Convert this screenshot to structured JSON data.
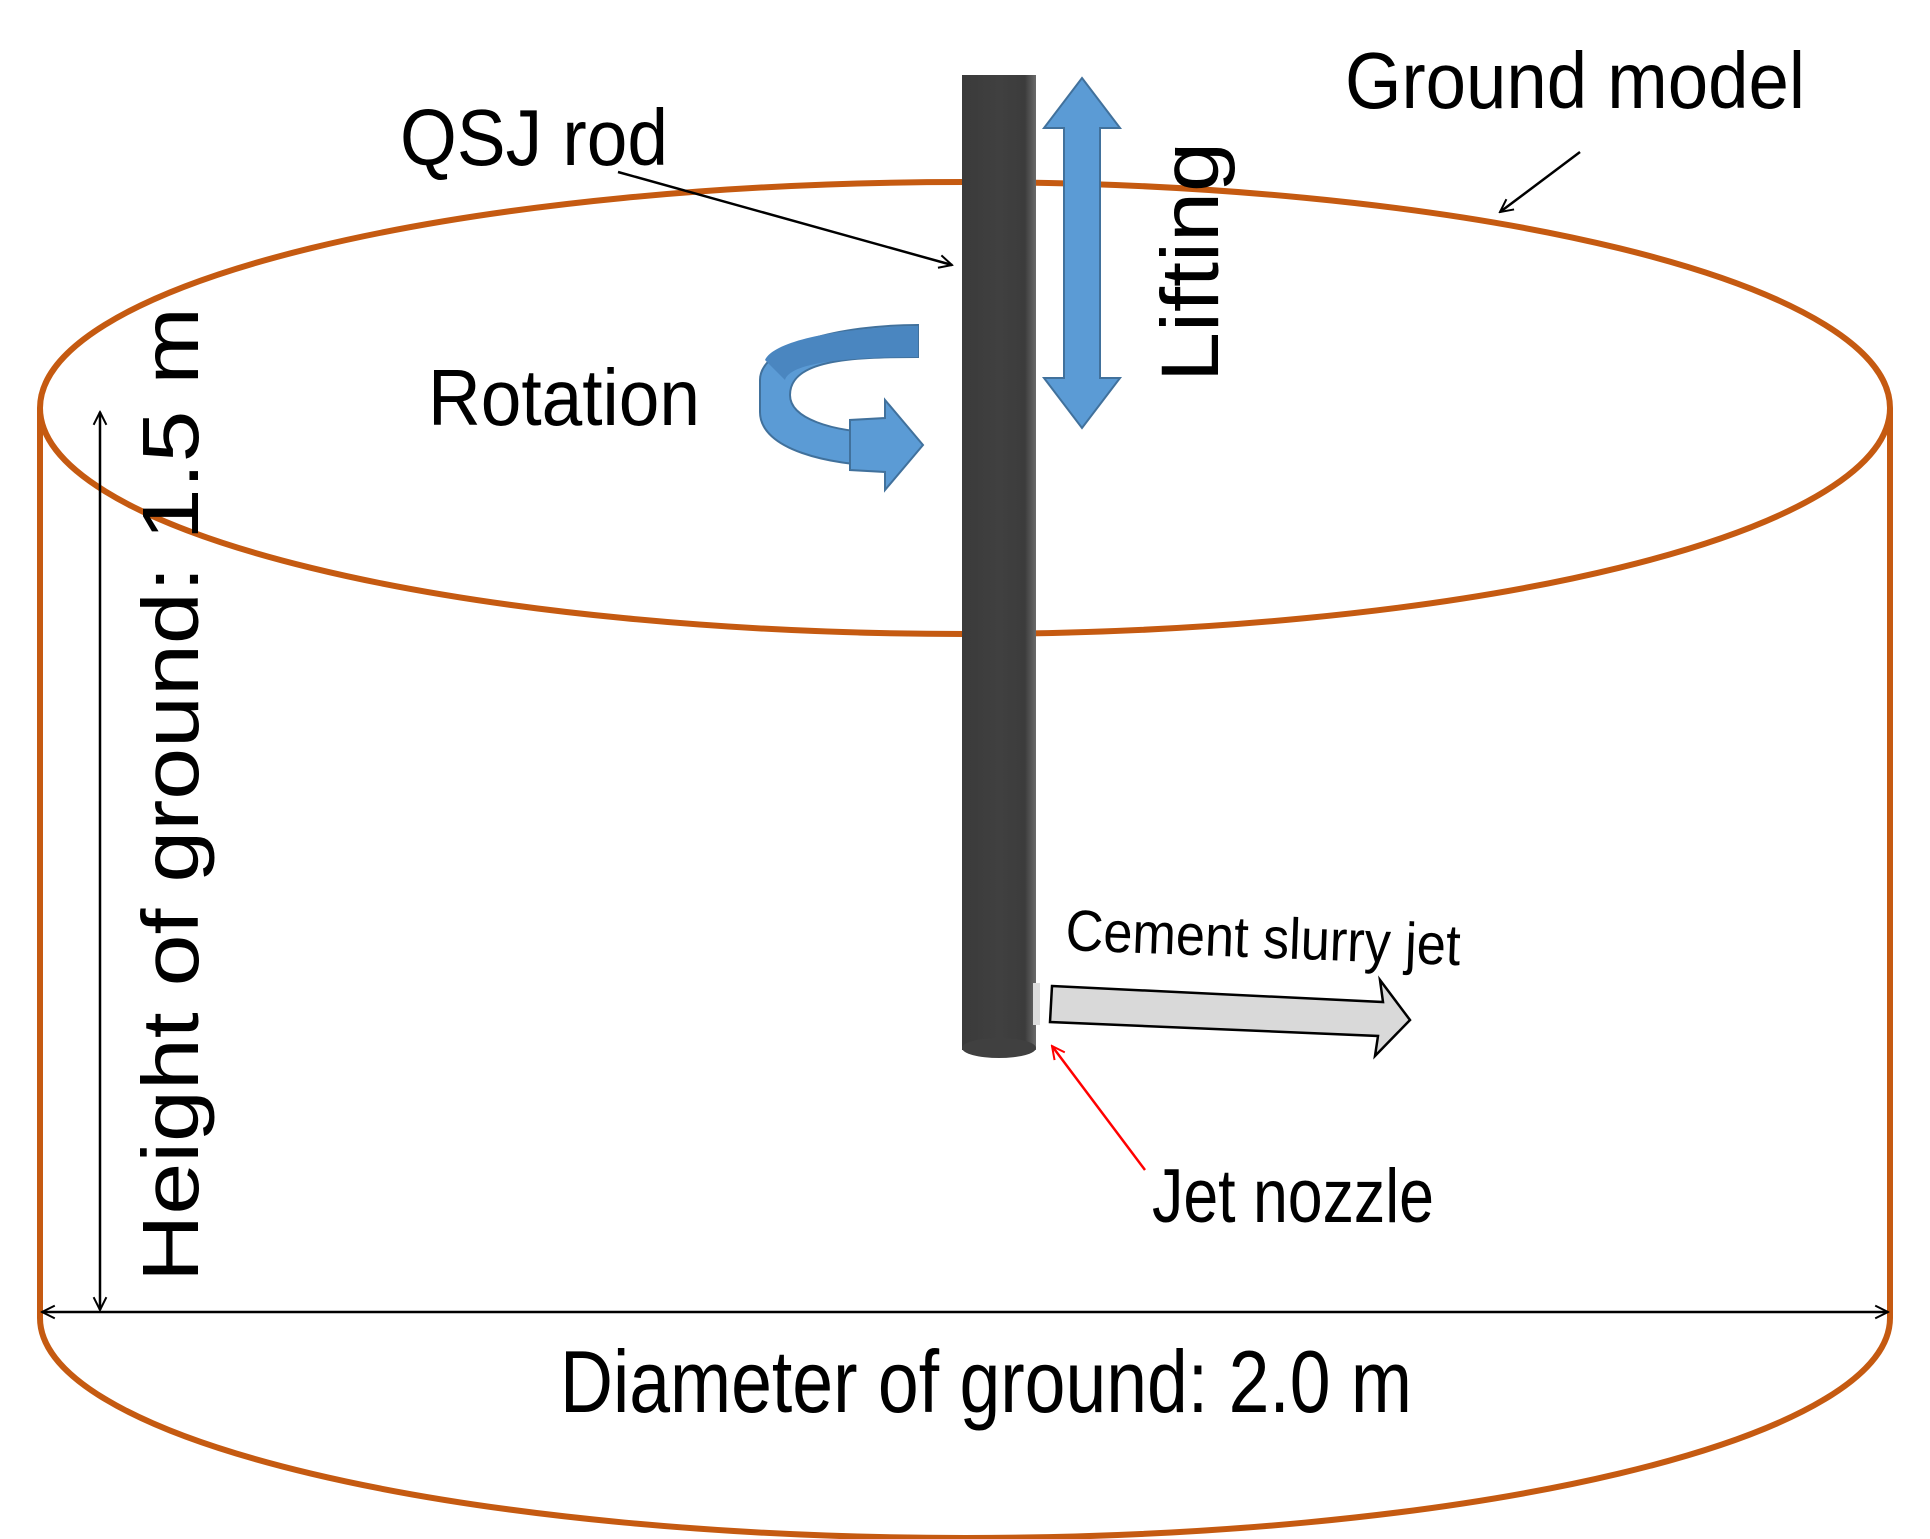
{
  "labels": {
    "ground_model": "Ground model",
    "qsj_rod": "QSJ rod",
    "lifting": "Lifting",
    "rotation": "Rotation",
    "cement_slurry_jet": "Cement slurry jet",
    "jet_nozzle": "Jet nozzle",
    "height": "Height of ground: 1.5 m",
    "diameter": "Diameter of ground: 2.0 m"
  },
  "colors": {
    "cylinder_outline": "#c55a11",
    "rod": "#404040",
    "motion_arrow": "#5b9bd5",
    "motion_arrow_stroke": "#41719c",
    "jet_arrow": "#d9d9d9",
    "nozzle_pointer": "#ff0000",
    "text": "#000000"
  }
}
